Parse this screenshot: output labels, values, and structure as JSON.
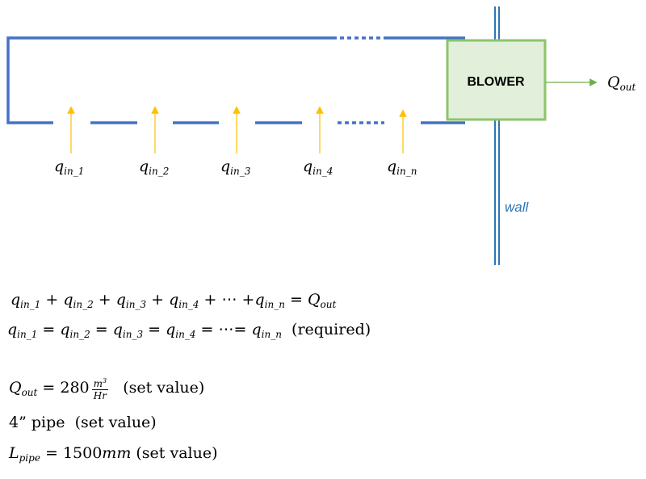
{
  "diagram": {
    "blower_label": "BLOWER",
    "output": {
      "var": "Q",
      "sub": "out"
    },
    "wall_label": "wall",
    "inlets": [
      {
        "var": "q",
        "sub": "in_1"
      },
      {
        "var": "q",
        "sub": "in_2"
      },
      {
        "var": "q",
        "sub": "in_3"
      },
      {
        "var": "q",
        "sub": "in_4"
      },
      {
        "var": "q",
        "sub": "in_n"
      }
    ],
    "colors": {
      "pipe": "#4472c4",
      "wall": "#2e75b6",
      "blower_fill": "#e2efda",
      "blower_border": "#8bc56a",
      "inlet_arrow": "#ffc000",
      "output_arrow": "#70ad47"
    }
  },
  "equations": {
    "sum": {
      "terms": [
        "in_1",
        "in_2",
        "in_3",
        "in_4"
      ],
      "ellipsis": "⋯",
      "last": "in_n",
      "rhs_var": "Q",
      "rhs_sub": "out"
    },
    "equal": {
      "terms": [
        "in_1",
        "in_2",
        "in_3",
        "in_4"
      ],
      "ellipsis": "⋯",
      "last": "in_n",
      "note": "(required)"
    },
    "q_out": {
      "var": "Q",
      "sub": "out",
      "value": "280",
      "unit_num": "m",
      "unit_exp": "3",
      "unit_den": "Hr",
      "note": "(set value)"
    },
    "pipe": {
      "text": "4” pipe",
      "note": "(set value)"
    },
    "length": {
      "var": "L",
      "sub": "pipe",
      "value": "1500",
      "unit": "mm",
      "note": "(set value)"
    }
  }
}
